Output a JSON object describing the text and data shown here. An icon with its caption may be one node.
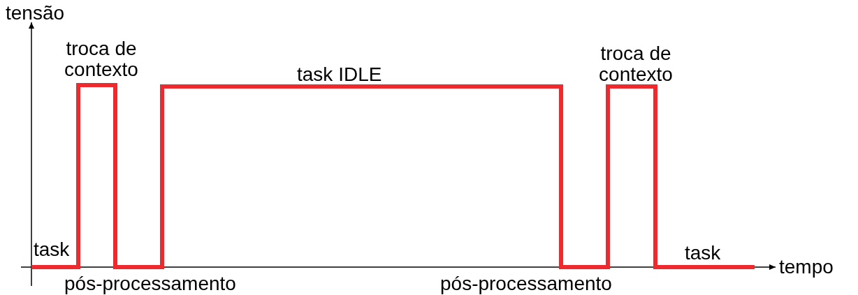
{
  "diagram": {
    "labels": [
      "tensão",
      "troca de contexto",
      "task IDLE",
      "troca de contexto",
      "task",
      "task",
      "pós-processamento",
      "pós-processamento",
      "tempo"
    ]
  }
}
